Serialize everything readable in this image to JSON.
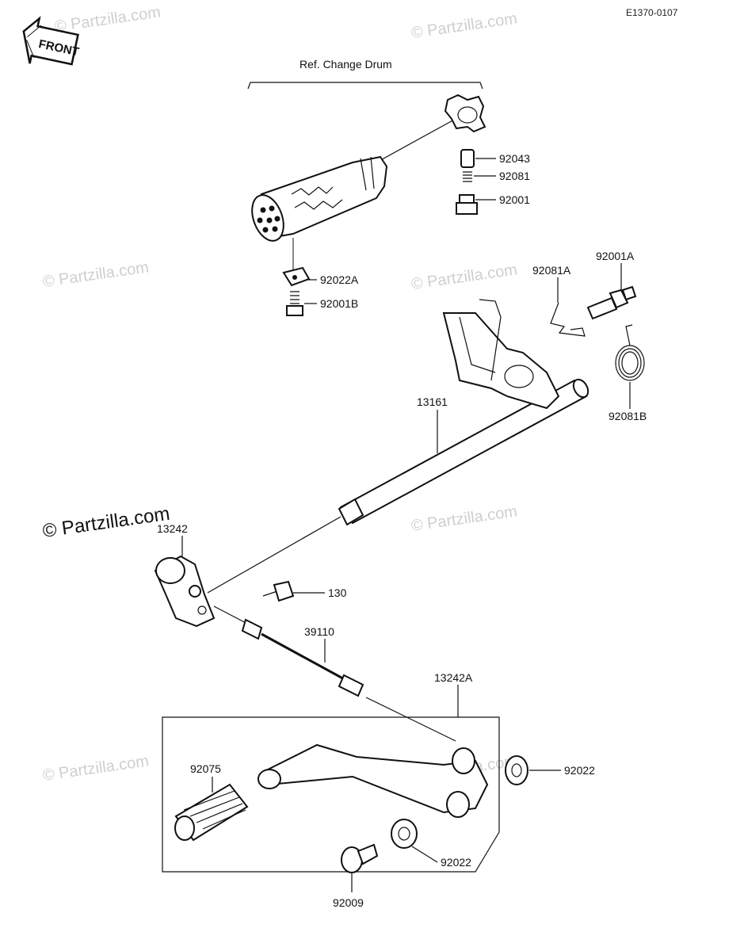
{
  "diagram_code": "E1370-0107",
  "front_label": "FRONT",
  "ref_label": "Ref.  Change Drum",
  "watermark": "© Partzilla.com",
  "parts": [
    {
      "id": "p92043",
      "number": "92043"
    },
    {
      "id": "p92081",
      "number": "92081"
    },
    {
      "id": "p92001",
      "number": "92001"
    },
    {
      "id": "p92022A",
      "number": "92022A"
    },
    {
      "id": "p92001B",
      "number": "92001B"
    },
    {
      "id": "p92081A",
      "number": "92081A"
    },
    {
      "id": "p92001A",
      "number": "92001A"
    },
    {
      "id": "p92081B",
      "number": "92081B"
    },
    {
      "id": "p13161",
      "number": "13161"
    },
    {
      "id": "p13242",
      "number": "13242"
    },
    {
      "id": "p130",
      "number": "130"
    },
    {
      "id": "p39110",
      "number": "39110"
    },
    {
      "id": "p13242A",
      "number": "13242A"
    },
    {
      "id": "p92075",
      "number": "92075"
    },
    {
      "id": "p92022a",
      "number": "92022"
    },
    {
      "id": "p92022b",
      "number": "92022"
    },
    {
      "id": "p92009",
      "number": "92009"
    }
  ]
}
